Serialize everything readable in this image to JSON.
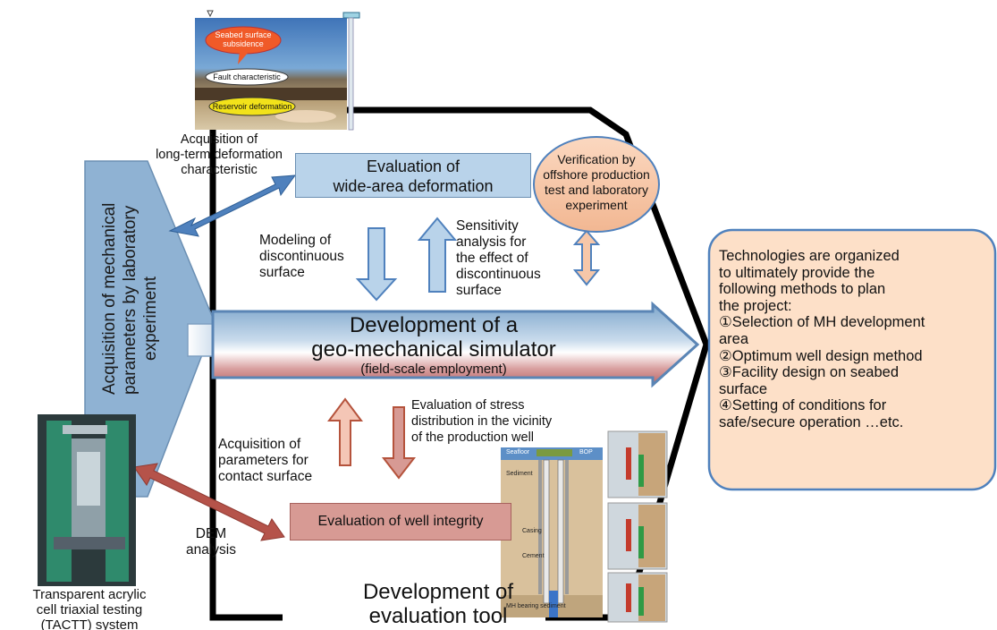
{
  "top_illustration": {
    "callout_subsidence_line1": "Seabed surface",
    "callout_subsidence_line2": "subsidence",
    "callout_fault": "Fault characteristic",
    "callout_reservoir": "Reservoir deformation"
  },
  "labels": {
    "acq_longterm_line1": "Acquisition of",
    "acq_longterm_line2": "long-term deformation",
    "acq_longterm_line3": "characteristic",
    "acq_mechanical_line1": "Acquisition of mechanical",
    "acq_mechanical_line2": "parameters by laboratory",
    "acq_mechanical_line3": "experiment",
    "modeling_line1": "Modeling of",
    "modeling_line2": "discontinuous",
    "modeling_line3": "surface",
    "sensitivity_line1": "Sensitivity",
    "sensitivity_line2": "analysis for",
    "sensitivity_line3": "the effect of",
    "sensitivity_line4": "discontinuous",
    "sensitivity_line5": "surface",
    "stress_line1": "Evaluation of stress",
    "stress_line2": "distribution in the vicinity",
    "stress_line3": "of the production well",
    "contact_line1": "Acquisition of",
    "contact_line2": "parameters for",
    "contact_line3": "contact surface",
    "dem_line1": "DEM",
    "dem_line2": "analysis",
    "tactt_line1": "Transparent acrylic",
    "tactt_line2": "cell triaxial testing",
    "tactt_line3": "(TACTT) system",
    "evaltool_line1": "Development of",
    "evaltool_line2": "evaluation tool"
  },
  "boxes": {
    "wide_area_line1": "Evaluation of",
    "wide_area_line2": "wide-area deformation",
    "verification_line1": "Verification by",
    "verification_line2": "offshore production",
    "verification_line3": "test and laboratory",
    "verification_line4": "experiment",
    "simulator_line1": "Development of a",
    "simulator_line2": "geo-mechanical simulator",
    "simulator_line3": "(field-scale employment)",
    "well_integrity": "Evaluation of well integrity"
  },
  "summary": {
    "intro_line1": "Technologies are organized",
    "intro_line2": "to ultimately provide the",
    "intro_line3": "following methods to plan",
    "intro_line4": "the project:",
    "item1_line1": "①Selection of MH development",
    "item1_line2": "area",
    "item2": "②Optimum well design method",
    "item3_line1": "③Facility design on seabed",
    "item3_line2": "surface",
    "item4_line1": "④Setting of conditions for",
    "item4_line2": "safe/secure operation …etc."
  },
  "well_figure": {
    "seafloor": "Seafloor",
    "bop": "BOP",
    "sediment": "Sediment",
    "casing": "Casing",
    "cement": "Cement",
    "mh_sediment": "MH bearing sediment"
  },
  "colors": {
    "blue_box": "#b9d3ea",
    "red_box": "#d79a94",
    "summary_fill": "#fde0c8",
    "summary_border": "#4f81bd",
    "verification_fill": "#f6c7a9"
  }
}
